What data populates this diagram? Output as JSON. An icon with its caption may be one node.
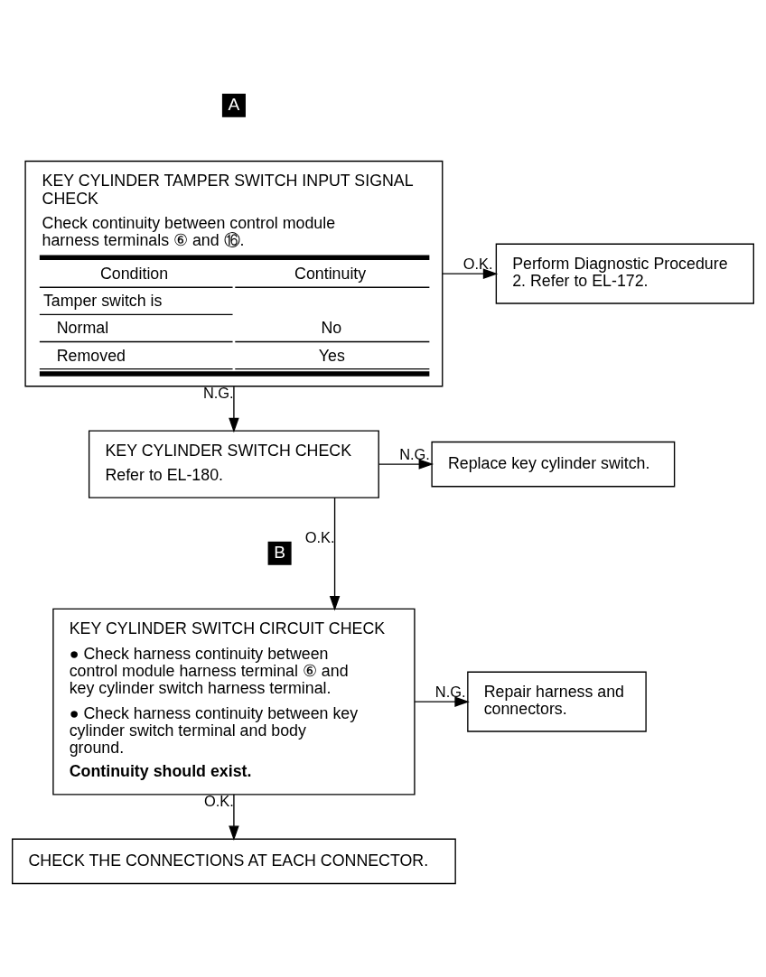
{
  "diagram": {
    "nodes": [
      {
        "text": [
          "KEY CYLINDER TAMPER SWITCH INPUT SIGNAL CHECK",
          "Check continuity between control module harness terminals ⑥ and ⑯.",
          "Condition",
          "Continuity",
          "Tamper switch is",
          "Normal",
          "No",
          "Removed",
          "Yes"
        ]
      },
      {
        "text": [
          "Perform Diagnostic Procedure 2. Refer to EL-172."
        ]
      },
      {
        "text": [
          "KEY CYLINDER SWITCH CHECK",
          "Refer to EL-180."
        ]
      },
      {
        "text": [
          "Replace key cylinder switch."
        ]
      },
      {
        "text": [
          "KEY CYLINDER SWITCH CIRCUIT CHECK",
          "● Check harness continuity between control module harness terminal ⑥ and key cylinder switch harness terminal.",
          "● Check harness continuity between key cylinder switch terminal and body ground.",
          "Continuity should exist."
        ]
      },
      {
        "text": [
          "Repair harness and connectors."
        ]
      },
      {
        "text": [
          "CHECK THE CONNECTIONS AT EACH CONNECTOR."
        ]
      }
    ],
    "edges": [
      {
        "from": 0,
        "to": 1,
        "arrow": "to",
        "label": "O.K."
      },
      {
        "from": 0,
        "to": 2,
        "arrow": "to",
        "label": "N.G."
      },
      {
        "from": 2,
        "to": 3,
        "arrow": "to",
        "label": "N.G."
      },
      {
        "from": 2,
        "to": 4,
        "arrow": "to",
        "label": "O.K."
      },
      {
        "from": 4,
        "to": 5,
        "arrow": "to",
        "label": "N.G."
      },
      {
        "from": 4,
        "to": 6,
        "arrow": "to",
        "label": "O.K."
      }
    ],
    "labels": [
      "A",
      "B"
    ]
  }
}
